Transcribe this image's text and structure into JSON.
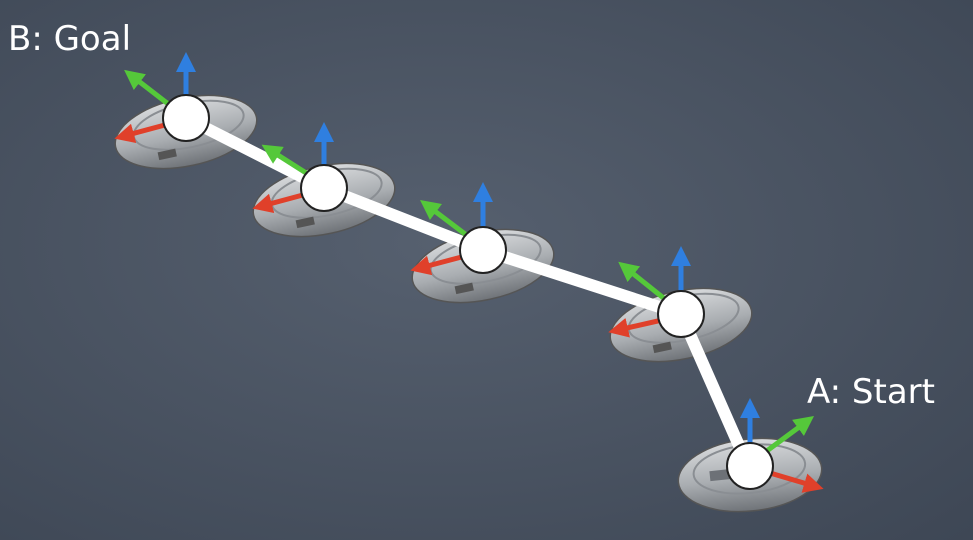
{
  "labels": {
    "goal": "B: Goal",
    "start": "A: Start"
  },
  "colors": {
    "background": "#4a5565",
    "path": "#ffffff",
    "node_fill": "#ffffff",
    "node_stroke": "#222222",
    "axis_x": "#e0402a",
    "axis_y": "#55c83a",
    "axis_z": "#2f7fe0",
    "robot_body": "#b9bcbf"
  },
  "poses": [
    {
      "id": "goal"
    },
    {
      "id": "waypoint-1"
    },
    {
      "id": "waypoint-2"
    },
    {
      "id": "waypoint-3"
    },
    {
      "id": "start"
    }
  ]
}
